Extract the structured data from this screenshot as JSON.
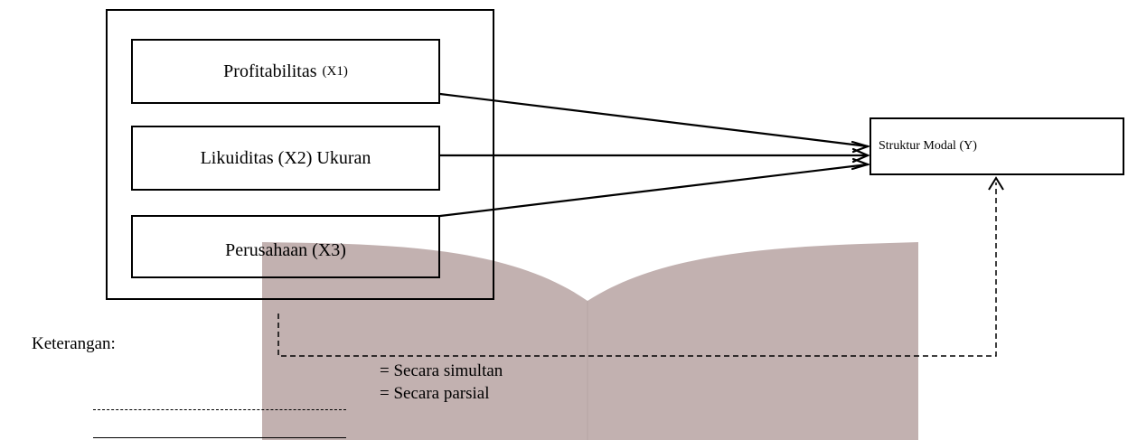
{
  "boxes": {
    "x1": {
      "label": "Profitabilitas",
      "code": "(X1)"
    },
    "x2": {
      "label": "Likuiditas (X2) Ukuran"
    },
    "x3": {
      "label": "Perusahaan (X3)"
    },
    "y": {
      "label": "Struktur Modal (Y)"
    }
  },
  "legend": {
    "title": "Keterangan:",
    "simultaneous": "= Secara simultan",
    "partial": "= Secara parsial"
  },
  "colors": {
    "watermark": "#c2b1b0",
    "line": "#000000"
  }
}
